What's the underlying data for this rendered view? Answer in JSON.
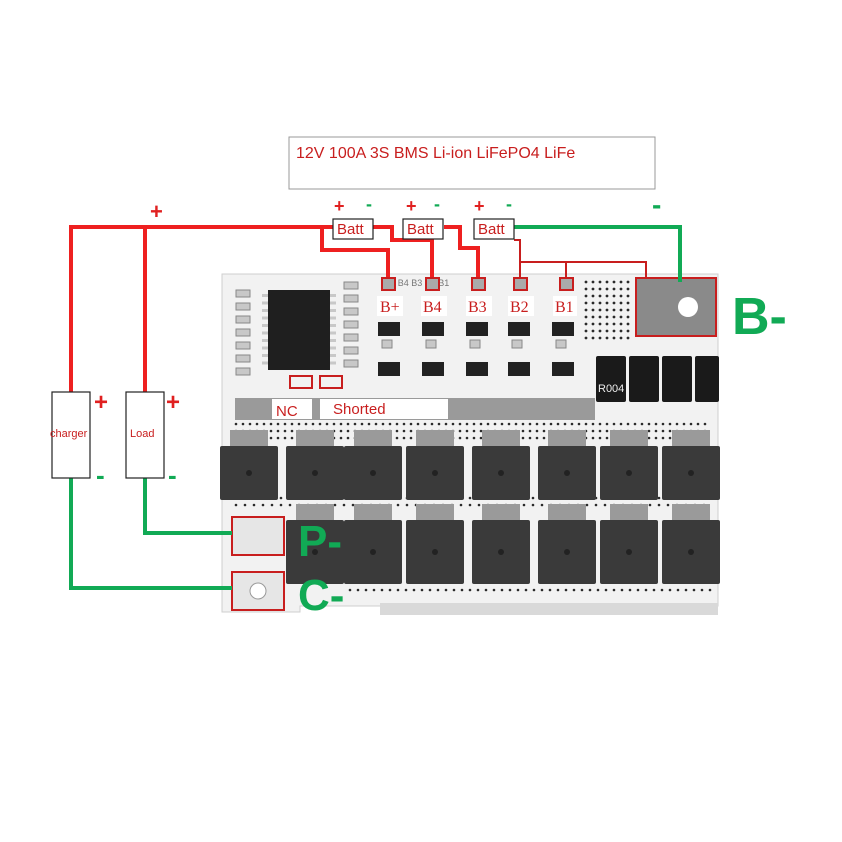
{
  "title": "12V 100A 3S BMS Li-ion LiFePO4 LiFe",
  "batteries": [
    {
      "label": "Batt",
      "plus": "+",
      "minus": "-"
    },
    {
      "label": "Batt",
      "plus": "+",
      "minus": "-"
    },
    {
      "label": "Batt",
      "plus": "+",
      "minus": "-"
    }
  ],
  "bus": {
    "plus": "+",
    "minus": "-"
  },
  "charger": {
    "label": "charger",
    "plus": "+",
    "minus": "-"
  },
  "load": {
    "label": "Load",
    "plus": "+",
    "minus": "-"
  },
  "pads": [
    "B+",
    "B4",
    "B3",
    "B2",
    "B1"
  ],
  "terminals": {
    "b_minus": "B-",
    "p_minus": "P-",
    "c_minus": "C-"
  },
  "jumper": {
    "nc": "NC",
    "shorted": "Shorted"
  },
  "resistor_marking": "R004",
  "board_silk": "B+ B4 B3 B2 B1",
  "colors": {
    "positive_wire": "#ee2020",
    "negative_wire": "#11aa55",
    "board": "#f4f4f4",
    "mosfet": "#3a3a3a"
  }
}
